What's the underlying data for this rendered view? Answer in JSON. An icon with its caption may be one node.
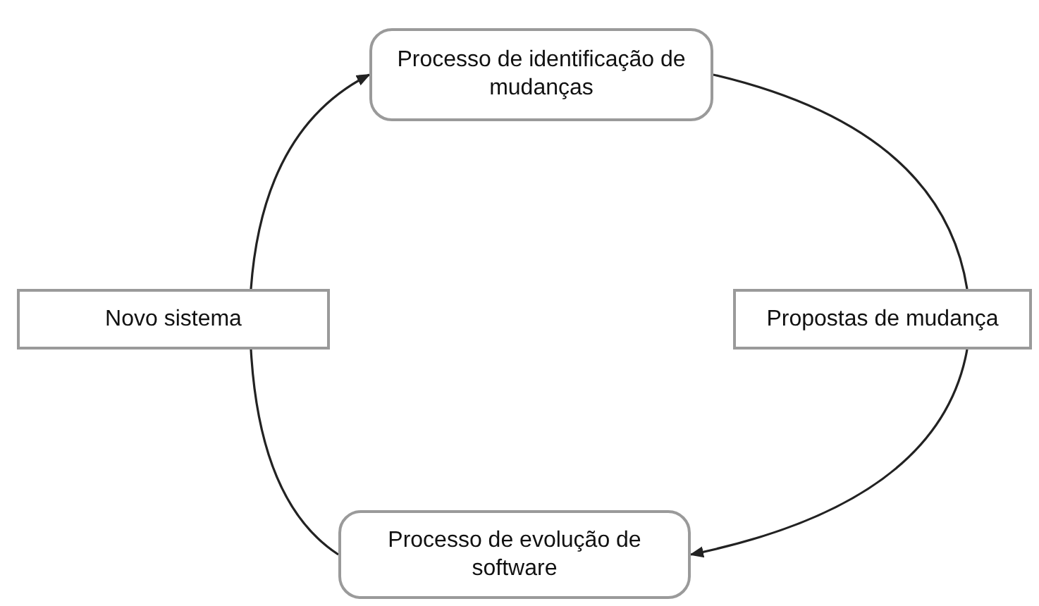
{
  "diagram": {
    "nodes": [
      {
        "text": [
          "Processo de identificação de mudanças"
        ]
      },
      {
        "text": [
          "Novo sistema"
        ]
      },
      {
        "text": [
          "Propostas de mudança"
        ]
      },
      {
        "text": [
          "Processo de evolução de software"
        ]
      }
    ],
    "edges": [
      {
        "from": 1,
        "to": 0,
        "arrow": "to"
      },
      {
        "from": 0,
        "to": 2,
        "arrow": "none"
      },
      {
        "from": 2,
        "to": 3,
        "arrow": "to"
      },
      {
        "from": 3,
        "to": 1,
        "arrow": "none"
      }
    ]
  }
}
